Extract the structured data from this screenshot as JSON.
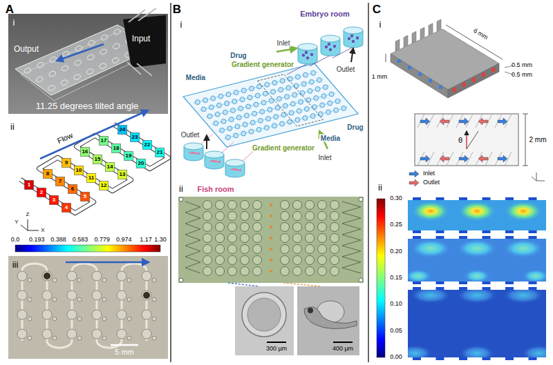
{
  "diagram": {
    "labels": [
      "A",
      "i",
      "Output",
      "Input",
      "11.25 degrees tilted angle",
      "ii",
      "Flow",
      "1",
      "2",
      "3",
      "4",
      "5",
      "6",
      "7",
      "8",
      "9",
      "10",
      "11",
      "12",
      "13",
      "14",
      "15",
      "16",
      "17",
      "18",
      "19",
      "20",
      "21",
      "22",
      "23",
      "24",
      "Y",
      "Z",
      "X",
      "0.0",
      "0.193",
      "0.388",
      "0.583",
      "0.779",
      "0.974",
      "1.17",
      "1.30",
      "iii",
      "5 mm",
      "B",
      "i",
      "Embryo room",
      "Inlet",
      "Outlet",
      "Drug",
      "Gradient generator",
      "Media",
      "Drug",
      "Media",
      "Outlet",
      "Fish room",
      "Gradient generator",
      "Inlet",
      "ii",
      "300 μm",
      "400 μm",
      "C",
      "i",
      "6 mm",
      "1 mm",
      "0.5 mm",
      "0.5 mm",
      "2 mm",
      "θ",
      "ii",
      "0.30",
      "0.25",
      "0.20",
      "0.15",
      "0.10",
      "0.05",
      "0.00"
    ],
    "legend": [
      {
        "text": "Inlet"
      },
      {
        "text": "Outlet"
      }
    ]
  }
}
